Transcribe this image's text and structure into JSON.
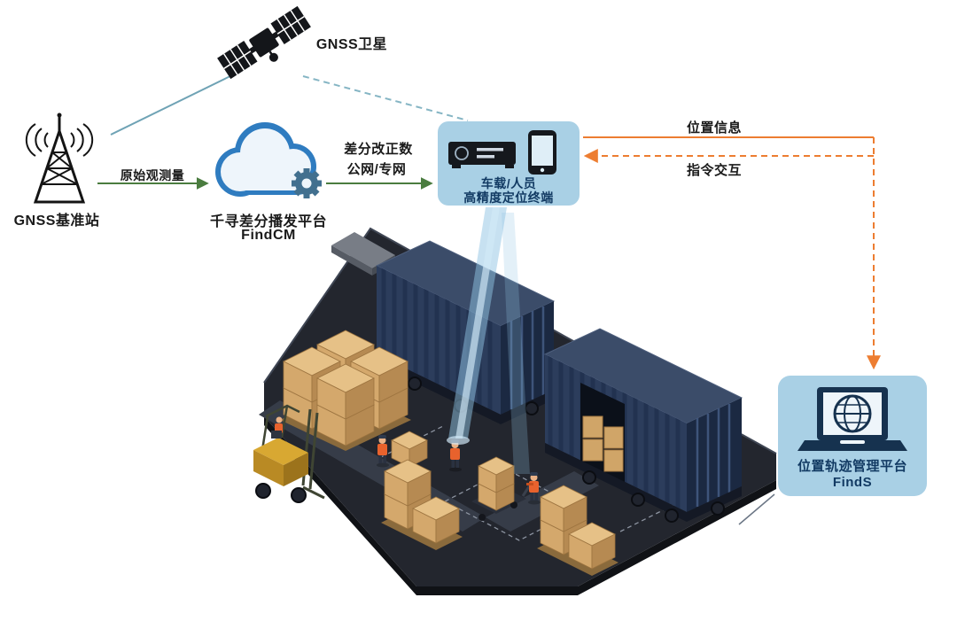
{
  "nodes": {
    "satellite": {
      "label": "GNSS卫星"
    },
    "base_station": {
      "label": "GNSS基准站"
    },
    "cloud": {
      "name": "千寻差分播发平台",
      "product": "FindCM"
    },
    "terminal": {
      "line1": "车载/人员",
      "line2": "高精度定位终端"
    },
    "platform": {
      "name": "位置轨迹管理平台",
      "product": "FindS"
    }
  },
  "edges": {
    "raw_observation": "原始观测量",
    "correction_line1": "差分改正数",
    "correction_line2": "公网/专网",
    "position_info": "位置信息",
    "command_interaction": "指令交互"
  },
  "icons": {
    "satellite": "satellite-icon",
    "base_station": "antenna-tower-icon",
    "cloud": "cloud-gear-icon",
    "terminal_receiver": "receiver-device-icon",
    "terminal_phone": "smartphone-icon",
    "platform": "laptop-globe-icon"
  },
  "colors": {
    "green_arrow": "#4a7c3f",
    "orange_arrow": "#ed7d31",
    "teal_line": "#6fa3b5",
    "teal_dashed": "#85b5c4",
    "node_box_fill": "#a9d0e5",
    "node_box_text": "#123a63",
    "cloud_outline": "#2f7cc0",
    "gear": "#42708f",
    "container_navy": "#2c3d5c",
    "ground_dark": "#23262e",
    "carton_tan": "#d4a86c"
  }
}
